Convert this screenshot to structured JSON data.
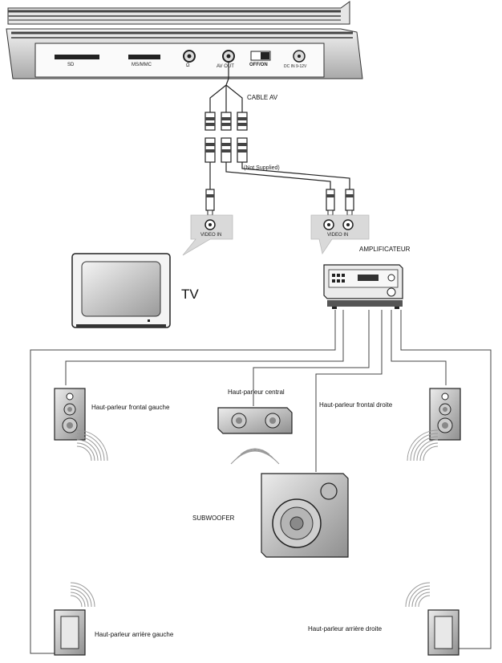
{
  "device": {
    "ports": {
      "sd": "SD",
      "ms": "MS/MMC",
      "phones": "Ω",
      "av_out": "AV OUT",
      "power": "OFF/ON",
      "dc_in": "DC IN 9-12V"
    }
  },
  "cable": {
    "label": "CABLE AV",
    "not_supplied": "(Not Supplied)"
  },
  "jacks": {
    "tv_input": "VIDEO IN",
    "amp_input": "VIDEO IN"
  },
  "labels": {
    "amplifier": "AMPLIFICATEUR",
    "tv": "TV",
    "front_left": "Haut-parleur frontal gauche",
    "center": "Haut-parleur central",
    "front_right": "Haut-parleur frontal droite",
    "subwoofer": "SUBWOOFER",
    "rear_left": "Haut-parleur arrière gauche",
    "rear_right": "Haut-parleur arrière droite"
  }
}
